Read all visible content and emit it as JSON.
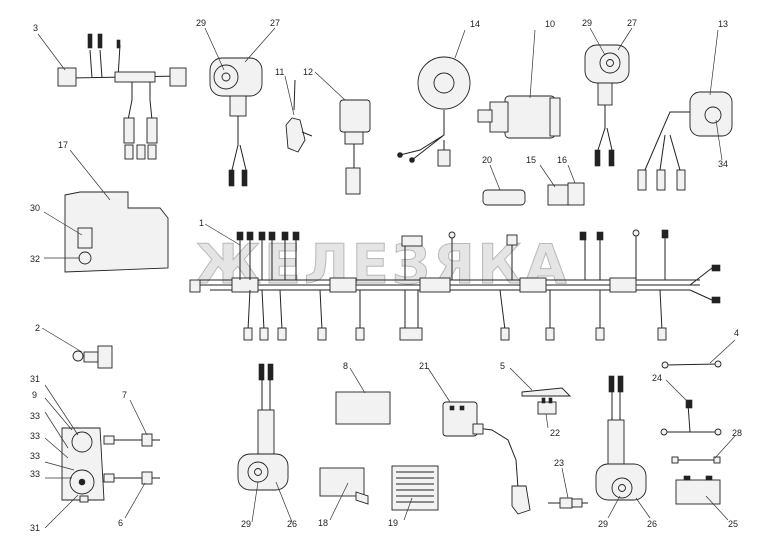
{
  "watermark": "ЖЕЛЕЗЯКА",
  "callouts": {
    "n1": "1",
    "n2": "2",
    "n3": "3",
    "n4": "4",
    "n5": "5",
    "n6": "6",
    "n7": "7",
    "n8": "8",
    "n9": "9",
    "n10": "10",
    "n11": "11",
    "n12": "12",
    "n13": "13",
    "n14": "14",
    "n15": "15",
    "n16": "16",
    "n17": "17",
    "n18": "18",
    "n19": "19",
    "n20": "20",
    "n21": "21",
    "n22": "22",
    "n23": "23",
    "n24": "24",
    "n25": "25",
    "n26": "26",
    "n27": "27",
    "n28": "28",
    "n29": "29",
    "n30": "30",
    "n31": "31",
    "n32": "32",
    "n33": "33",
    "n34": "34"
  }
}
